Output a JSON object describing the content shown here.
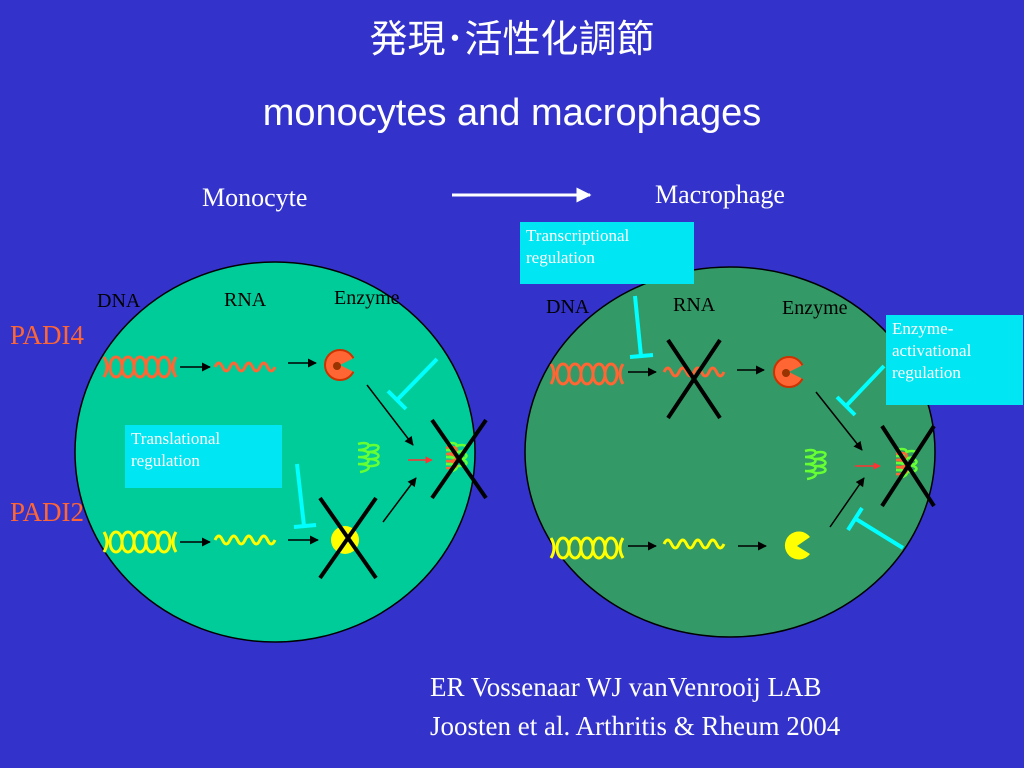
{
  "slide": {
    "title_jp": "発現･活性化調節",
    "title_en": "monocytes and macrophages",
    "stage_from": "Monocyte",
    "stage_to": "Macrophage"
  },
  "monocyte": {
    "dna": "DNA",
    "rna": "RNA",
    "enzyme": "Enzyme",
    "translational_box": [
      "Translational",
      "regulation"
    ]
  },
  "macrophage": {
    "dna": "DNA",
    "rna": "RNA",
    "enzyme": "Enzyme",
    "transcriptional_box": [
      "Transcriptional",
      "regulation"
    ],
    "enzyme_activational_box": [
      "Enzyme-",
      "activational",
      "regulation"
    ]
  },
  "genes": {
    "padi4": "PADI4",
    "padi2": "PADI2"
  },
  "credits": {
    "line1": "ER Vossenaar WJ vanVenrooij LAB",
    "line2": "Joosten et al. Arthritis & Rheum 2004"
  },
  "colors": {
    "background": "#3333cc",
    "monocyte_cell": "#00cc99",
    "macrophage_cell": "#339966",
    "padi4": "#ff6633",
    "padi2": "#ffff00",
    "regulation_box": "#00e6f2",
    "inhibitor": "#00ffff"
  }
}
